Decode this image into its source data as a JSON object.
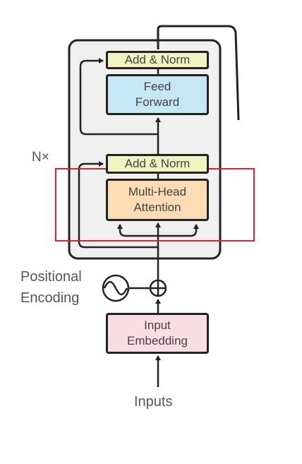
{
  "labels": {
    "nx": "N×",
    "positional": "Positional",
    "encoding": "Encoding",
    "inputs": "Inputs"
  },
  "blocks": {
    "add_norm_top": "Add & Norm",
    "feed_forward": [
      "Feed",
      "Forward"
    ],
    "add_norm_bottom": "Add & Norm",
    "multi_head_attention": [
      "Multi-Head",
      "Attention"
    ],
    "input_embedding": [
      "Input",
      "Embedding"
    ]
  },
  "colors": {
    "add_norm": "#f0f2c0",
    "feed_forward": "#c6e6f4",
    "attention": "#fcdcb4",
    "embedding": "#f8dde3",
    "encoder_bg": "#f0f0f0",
    "highlight": "#d42430"
  }
}
